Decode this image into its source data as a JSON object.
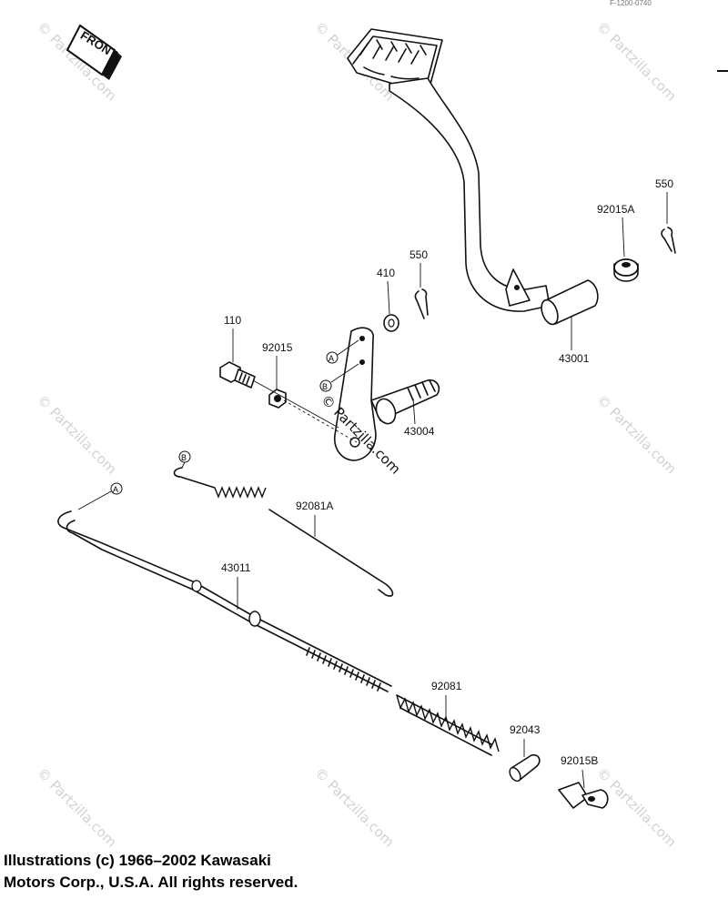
{
  "header": {
    "ref_code": "F-1200-0740"
  },
  "front_badge": "FRONT",
  "watermark": {
    "text": "© Partzilla.com"
  },
  "callouts": {
    "c550_top": "550",
    "c92015A": "92015A",
    "c550_mid": "550",
    "c410": "410",
    "c110": "110",
    "c92015": "92015",
    "c43001": "43001",
    "c43004": "43004",
    "c92081A": "92081A",
    "c43011": "43011",
    "c92081": "92081",
    "c92043": "92043",
    "c92015B": "92015B"
  },
  "markers": {
    "a1": "A",
    "b1": "B",
    "a2": "A",
    "b2": "B"
  },
  "footer": {
    "line1": "Illustrations (c) 1966–2002 Kawasaki",
    "line2": "Motors Corp., U.S.A.  All rights reserved."
  }
}
